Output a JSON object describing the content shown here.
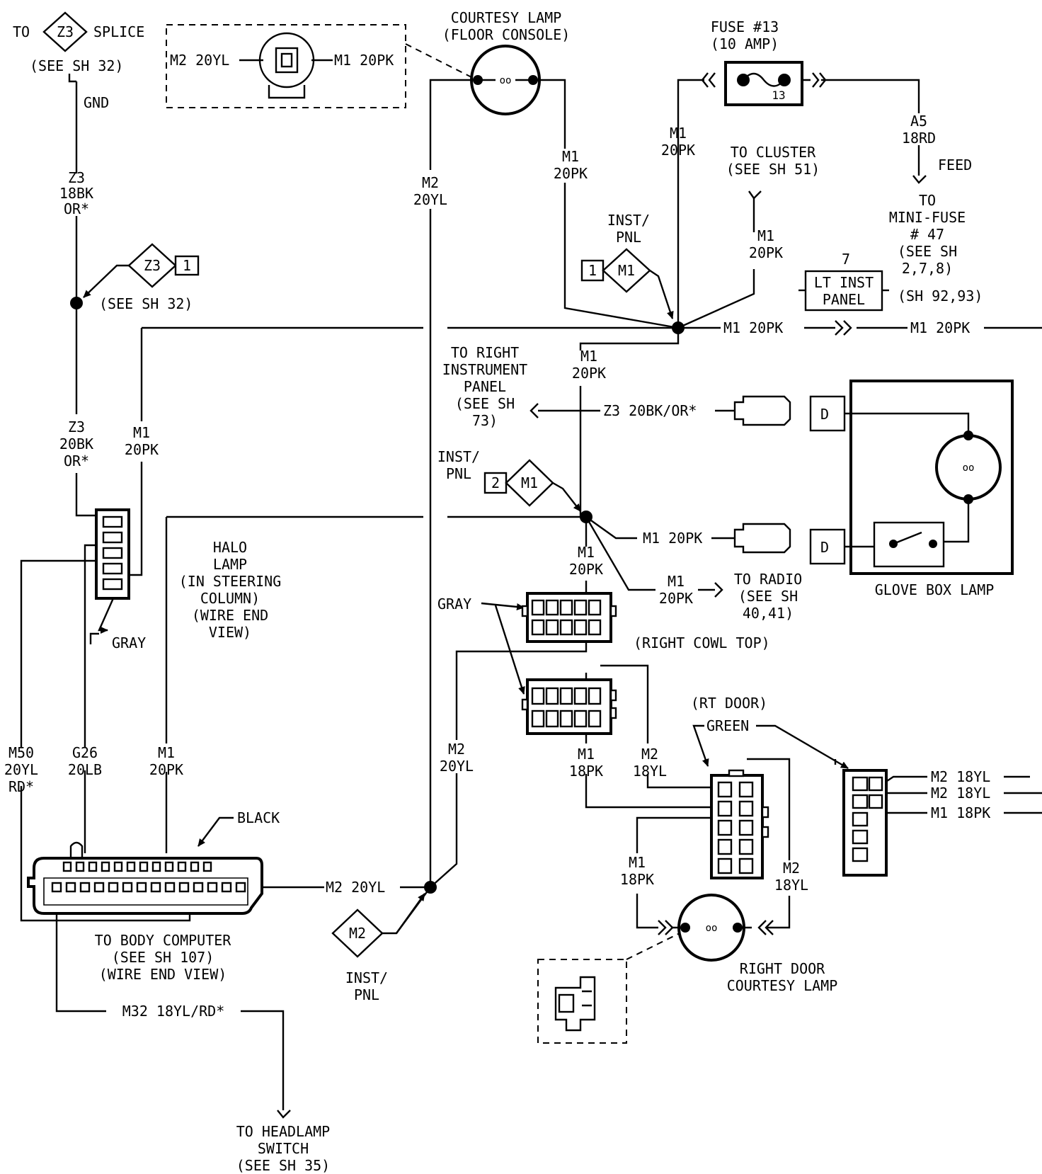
{
  "labels": {
    "to_z3_splice_to": "TO",
    "to_z3_splice_id": "Z3",
    "to_z3_splice_word": "SPLICE",
    "see_sh_32_top": "(SEE SH 32)",
    "gnd": "GND",
    "z3_18bk_1": "Z3",
    "z3_18bk_2": "18BK",
    "z3_18bk_3": "OR*",
    "splice_diamond": "Z3",
    "splice_box": "1",
    "see_sh_32_mid": "(SEE SH 32)",
    "z3_20bk_1": "Z3",
    "z3_20bk_2": "20BK",
    "z3_20bk_3": "OR*",
    "m1_20pk_left_1": "M1",
    "m1_20pk_left_2": "20PK",
    "gray_left": "GRAY",
    "halo_1": "HALO",
    "halo_2": "LAMP",
    "halo_3": "(IN STEERING",
    "halo_4": "COLUMN)",
    "halo_5": "(WIRE END",
    "halo_6": "VIEW)",
    "m50_1": "M50",
    "m50_2": "20YL",
    "m50_3": "RD*",
    "g26_1": "G26",
    "g26_2": "20LB",
    "m1_bc_1": "M1",
    "m1_bc_2": "20PK",
    "black": "BLACK",
    "m2_20yl_bc": "M2 20YL",
    "to_body_1": "TO BODY COMPUTER",
    "to_body_2": "(SEE SH 107)",
    "to_body_3": "(WIRE END VIEW)",
    "m32": "M32 18YL/RD*",
    "to_headlamp_1": "TO HEADLAMP",
    "to_headlamp_2": "SWITCH",
    "to_headlamp_3": "(SEE SH 35)",
    "halo_m2": "M2 20YL",
    "halo_m1": "M1 20PK",
    "courtesy_1": "COURTESY LAMP",
    "courtesy_2": "(FLOOR CONSOLE)",
    "m2_20yl_mid_1": "M2",
    "m2_20yl_mid_2": "20YL",
    "m1_20pk_cl_1": "M1",
    "m1_20pk_cl_2": "20PK",
    "inst_pnl_1a": "INST/",
    "inst_pnl_1b": "PNL",
    "inst_1_box": "1",
    "inst_1_diamond": "M1",
    "fuse_1": "FUSE #13",
    "fuse_2": "(10 AMP)",
    "fuse_num": "13",
    "m1_20pk_fuse_1": "M1",
    "m1_20pk_fuse_2": "20PK",
    "a5_1": "A5",
    "a5_2": "18RD",
    "feed": "FEED",
    "to_minifuse_1": "TO",
    "to_minifuse_2": "MINI-FUSE",
    "to_minifuse_3": "# 47",
    "to_minifuse_4": "(SEE SH",
    "to_minifuse_5": "2,7,8)",
    "to_cluster_1": "TO CLUSTER",
    "to_cluster_2": "(SEE SH 51)",
    "m1_20pk_cluster_1": "M1",
    "m1_20pk_cluster_2": "20PK",
    "lt_inst_num": "7",
    "lt_inst_1": "LT INST",
    "lt_inst_2": "PANEL",
    "sh_92_93": "(SH 92,93)",
    "m1_20pk_main_1": "M1 20PK",
    "m1_20pk_main_2": "M1 20PK",
    "to_right_1": "TO RIGHT",
    "to_right_2": "INSTRUMENT",
    "to_right_3": "PANEL",
    "to_right_4": "(SEE SH",
    "to_right_5": "73)",
    "m1_20pk_vert_1": "M1",
    "m1_20pk_vert_2": "20PK",
    "z3_20bk_right": "Z3 20BK/OR*",
    "inst_pnl_2a": "INST/",
    "inst_pnl_2b": "PNL",
    "inst_2_box": "2",
    "inst_2_diamond": "M1",
    "m1_20pk_glove": "M1 20PK",
    "m1_20pk_j2_1": "M1",
    "m1_20pk_j2_2": "20PK",
    "m1_20pk_radio_1": "M1",
    "m1_20pk_radio_2": "20PK",
    "to_radio_1": "TO RADIO",
    "to_radio_2": "(SEE SH",
    "to_radio_3": "40,41)",
    "glove_box": "GLOVE BOX LAMP",
    "glove_d1": "D",
    "glove_d2": "D",
    "gray_right": "GRAY",
    "right_cowl": "(RIGHT COWL TOP)",
    "m2_20yl_low_1": "M2",
    "m2_20yl_low_2": "20YL",
    "inst_pnl_3a": "INST/",
    "inst_pnl_3b": "PNL",
    "inst_3_diamond": "M2",
    "m1_18pk_1": "M1",
    "m1_18pk_2": "18PK",
    "m2_18yl_1": "M2",
    "m2_18yl_2": "18YL",
    "rt_door": "(RT DOOR)",
    "green": "GREEN",
    "m2_18yl_r1": "M2 18YL",
    "m2_18yl_r2": "M2 18YL",
    "m1_18pk_r": "M1 18PK",
    "m1_18pk_low_1": "M1",
    "m1_18pk_low_2": "18PK",
    "m2_18yl_low_1": "M2",
    "m2_18yl_low_2": "18YL",
    "rdcl_1": "RIGHT DOOR",
    "rdcl_2": "COURTESY LAMP"
  }
}
